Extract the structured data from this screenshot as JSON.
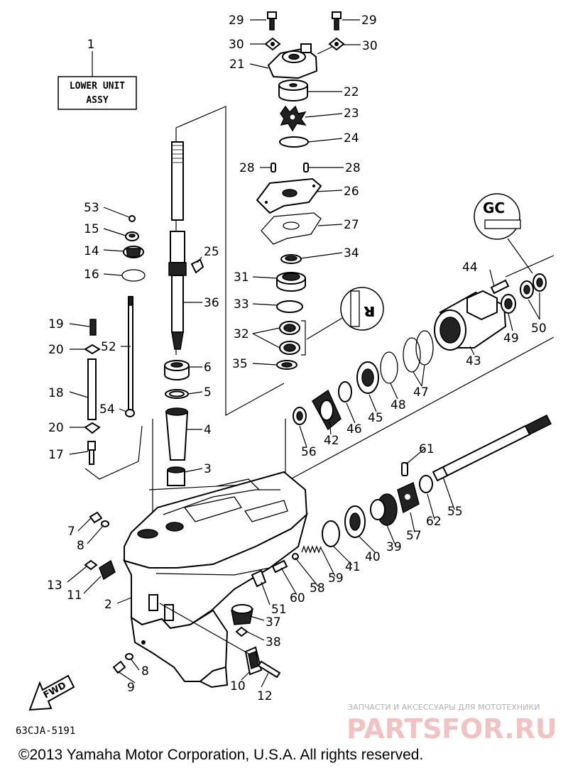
{
  "diagram": {
    "assy_box": {
      "line1": "LOWER UNIT",
      "line2": "ASSY"
    },
    "part_code": "63CJA-5191",
    "fwd": "FWD",
    "copyright": "©2013 Yamaha Motor Corporation, U.S.A. All rights reserved.",
    "watermark": {
      "tagline": "ЗАПЧАСТИ И АКСЕССУАРЫ ДЛЯ МОТОТЕХНИКИ",
      "brand_a": "PARTS",
      "brand_b": "FOR.RU"
    },
    "labels": {
      "l1": "1",
      "l2": "2",
      "l3": "3",
      "l4": "4",
      "l5": "5",
      "l6": "6",
      "l7": "7",
      "l8a": "8",
      "l8b": "8",
      "l9": "9",
      "l10": "10",
      "l11": "11",
      "l12": "12",
      "l13": "13",
      "l14": "14",
      "l15": "15",
      "l16": "16",
      "l17": "17",
      "l18": "18",
      "l19": "19",
      "l20a": "20",
      "l20b": "20",
      "l21": "21",
      "l22": "22",
      "l23": "23",
      "l24": "24",
      "l25": "25",
      "l26": "26",
      "l27": "27",
      "l28a": "28",
      "l28b": "28",
      "l29a": "29",
      "l29b": "29",
      "l30a": "30",
      "l30b": "30",
      "l31": "31",
      "l32": "32",
      "l33": "33",
      "l34": "34",
      "l35": "35",
      "l36": "36",
      "l37": "37",
      "l38": "38",
      "l39": "39",
      "l40": "40",
      "l41": "41",
      "l42": "42",
      "l43": "43",
      "l44": "44",
      "l45": "45",
      "l46": "46",
      "l47": "47",
      "l48": "48",
      "l49": "49",
      "l50": "50",
      "l51": "51",
      "l52": "52",
      "l53": "53",
      "l54": "54",
      "l55": "55",
      "l56": "56",
      "l57": "57",
      "l58": "58",
      "l59": "59",
      "l60": "60",
      "l61": "61",
      "l62": "62"
    }
  }
}
